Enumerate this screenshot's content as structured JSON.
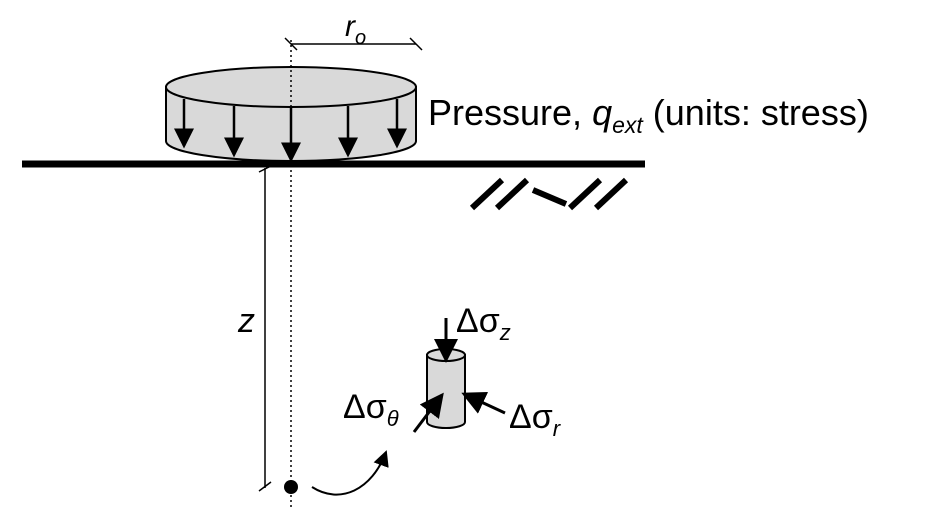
{
  "labels": {
    "radius_symbol": "r",
    "radius_subscript": "o",
    "pressure_text": "Pressure, ",
    "pressure_symbol": "q",
    "pressure_subscript": "ext",
    "pressure_units": " (units: stress)",
    "depth_symbol": "z",
    "stress_z_delta": "Δσ",
    "stress_z_subscript": "z",
    "stress_theta_delta": "Δσ",
    "stress_theta_subscript": "θ",
    "stress_r_delta": "Δσ",
    "stress_r_subscript": "r"
  },
  "colors": {
    "disk_fill": "#d9d9d9",
    "element_fill": "#d9d9d9",
    "stroke": "#000000"
  }
}
